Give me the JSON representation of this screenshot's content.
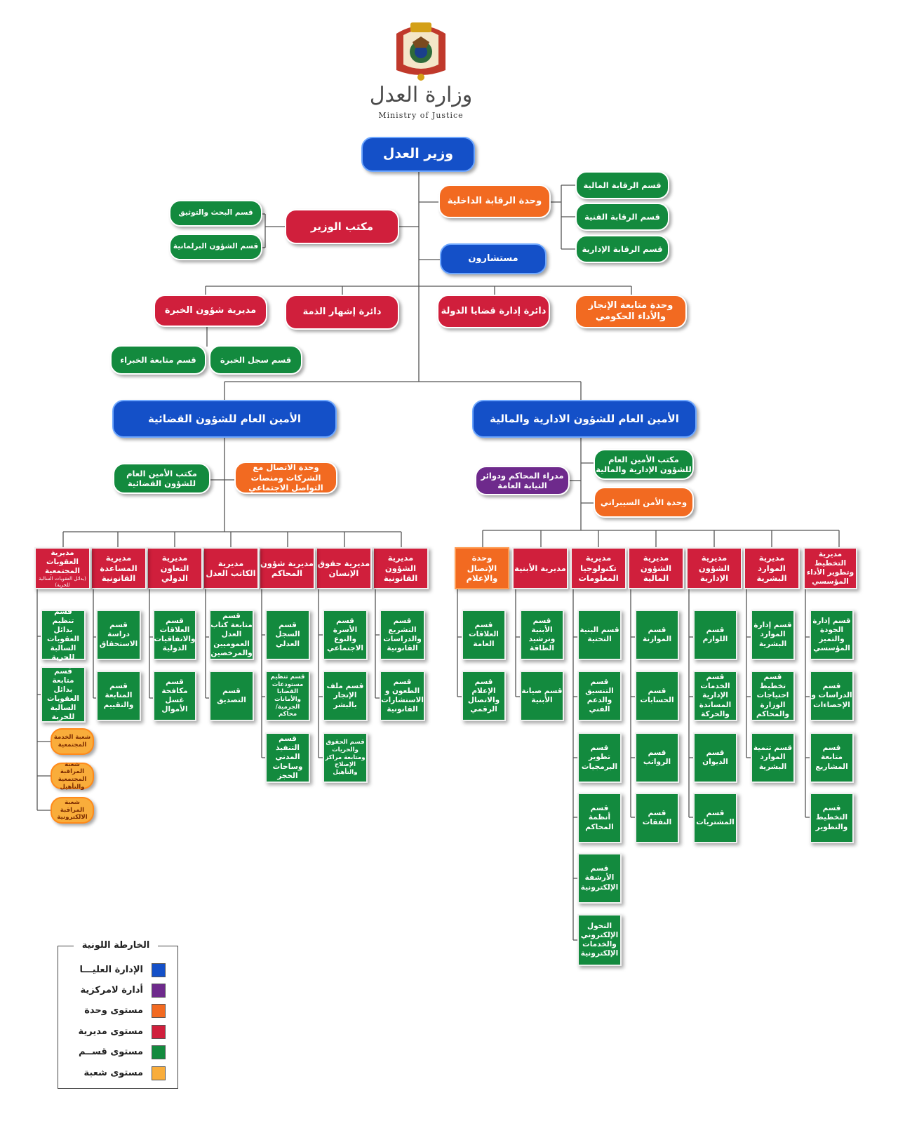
{
  "header": {
    "logo_ar": "وزارة العدل",
    "logo_en": "Ministry of Justice"
  },
  "colors": {
    "top_management": "#1450c8",
    "decentralized": "#6e2a8c",
    "unit": "#f26a21",
    "directorate": "#d01f3c",
    "section": "#138a3e",
    "branch": "#f9ad3b"
  },
  "top": {
    "minister": "وزير العدل",
    "minister_office": "مكتب الوزير",
    "research_section": "قسم البحث والتوثيق",
    "parliament_section": "قسم الشؤون البرلمانية",
    "internal_audit": "وحدة الرقابة الداخلية",
    "financial_audit": "قسم الرقابة المالية",
    "technical_audit": "قسم الرقابة الفنية",
    "admin_audit": "قسم الرقابة الإدارية",
    "advisors": "مستشارون",
    "expertise_dir": "مديرية شؤون الخبرة",
    "experts_followup": "قسم متابعة الخبراء",
    "experts_registry": "قسم سجل الخبرة",
    "insolvency": "دائرة إشهار الذمة",
    "state_cases": "دائرة إدارة قضايا الدولة",
    "performance_unit": "وحدة متابعة الإنجاز والأداء الحكومي"
  },
  "judicial": {
    "title": "الأمين العام للشؤون القضائية",
    "office": "مكتب الأمين العام للشؤون القضائية",
    "comms_unit": "وحدة الاتصال مع الشركات ومنصات التواصل الاجتماعي",
    "directorates": [
      {
        "title": "مديرية الشؤون القانونية",
        "sections": [
          "قسم التشريع والدراسات القانونية",
          "قسم الطعون و الاستشارات القانونية"
        ]
      },
      {
        "title": "مديرية حقوق الإنسان",
        "sections": [
          "قسم الأسرة والنوع الاجتماعي",
          "قسم ملف الإتجار بالبشر",
          "قسم الحقوق والحريات ومتابعة مراكز الإصلاح والتأهيل"
        ]
      },
      {
        "title": "مديرية شؤون المحاكم",
        "sections": [
          "قسم السجل العدلي",
          "قسم تنظيم مستودعات القضايا والأمانات الجرمية/ محاكم",
          "قسم التنفيذ المدني وساحات الحجز"
        ]
      },
      {
        "title": "مديرية الكاتب العدل",
        "sections": [
          "قسم متابعة كتاب العدل العموميين والمرخصين",
          "قسم التصديق"
        ]
      },
      {
        "title": "مديرية التعاون الدولي",
        "sections": [
          "قسم العلاقات والاتفاقيات الدولية",
          "قسم مكافحة غسل الأموال"
        ]
      },
      {
        "title": "مديرية المساعدة القانونية",
        "sections": [
          "قسم دراسة الاستحقاق",
          "قسم المتابعة والتقييم"
        ]
      },
      {
        "title": "مديرية العقوبات المجتمعية",
        "subtitle": "(بدائل العقوبات السالبة للحرية)",
        "sections": [
          "قسم تنظيم بدائل العقوبات السالبة للحرية",
          "قسم متابعة بدائل العقوبات السالبة للحرية"
        ]
      }
    ],
    "branches": [
      "شعبة الخدمة المجتمعية",
      "شعبة المراقبة المجتمعية والتأهيل",
      "شعبة المراقبة الالكترونية"
    ]
  },
  "admin": {
    "title": "الأمين العام للشؤون الادارية والمالية",
    "office": "مكتب الأمين العام للشؤون الإدارية والمالية",
    "courts_managers": "مدراء المحاكم ودوائر النيابة العامة",
    "cyber_unit": "وحدة الأمن السيبراني",
    "comms_unit": "وحدة الإتصال والإعلام",
    "comms_sections": [
      "قسم العلاقات العامة",
      "قسم الإعلام والاتصال الرقمي"
    ],
    "directorates": [
      {
        "title": "مديرية الأبنية",
        "sections": [
          "قسم الأبنية وترشيد الطاقة",
          "قسم صيانة الأبنية"
        ]
      },
      {
        "title": "مديرية تكنولوجيا المعلومات",
        "sections": [
          "قسم البنية التحتية",
          "قسم التنسيق والدعم الفني",
          "قسم تطوير البرمجيات",
          "قسم أنظمة المحاكم",
          "قسم الأرشفة الإلكترونية",
          "التحول الإلكتروني والخدمات الإلكترونية"
        ]
      },
      {
        "title": "مديرية الشؤون المالية",
        "sections": [
          "قسم الموازنة",
          "قسم الحسابات",
          "قسم الرواتب",
          "قسم النفقات"
        ]
      },
      {
        "title": "مديرية الشؤون الإدارية",
        "sections": [
          "قسم اللوازم",
          "قسم الخدمات الإدارية المساندة والحركة",
          "قسم الديوان",
          "قسم المشتريات"
        ]
      },
      {
        "title": "مديرية الموارد البشرية",
        "sections": [
          "قسم إدارة الموارد البشرية",
          "قسم تخطيط احتياجات الوزارة والمحاكم",
          "قسم تنمية الموارد البشرية"
        ]
      },
      {
        "title": "مديرية التخطيط وتطوير الأداء المؤسسي",
        "sections": [
          "قسم إدارة الجودة والتميز المؤسسي",
          "قسم الدراسات و الإحصاءات",
          "قسم متابعة المشاريع",
          "قسم التخطيط والتطوير"
        ]
      }
    ]
  },
  "legend": {
    "title": "الخارطة اللونية",
    "items": [
      "الإدارة العليـــا",
      "أدارة لامركزية",
      "مستوى وحدة",
      "مستوى مديرية",
      "مستوى قســم",
      "مستوى شعبة"
    ]
  }
}
